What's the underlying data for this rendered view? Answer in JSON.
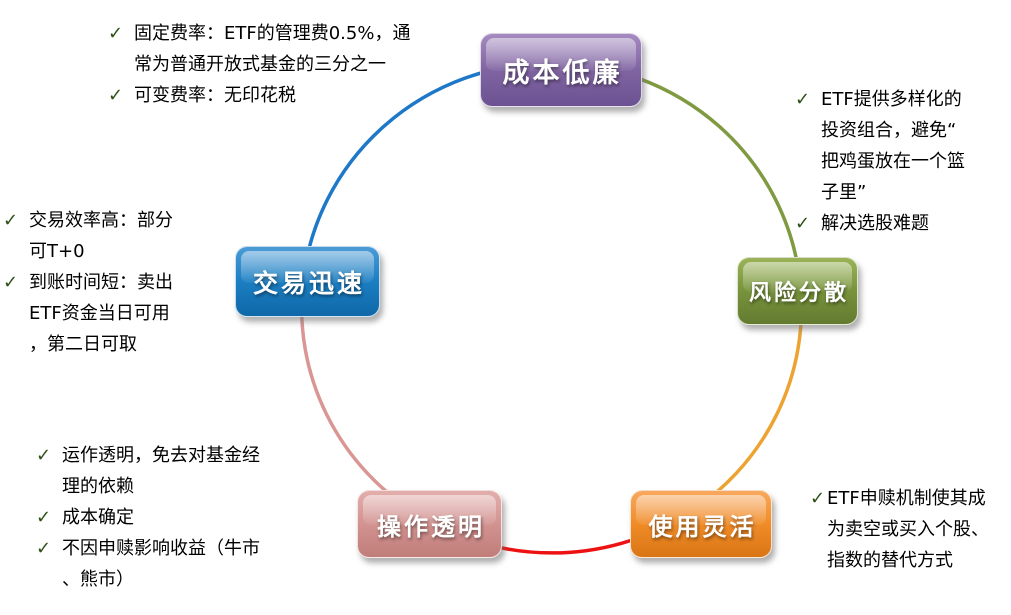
{
  "icons": {
    "check": "✓"
  },
  "colors": {
    "arc_blue": "#1e78c8",
    "arc_green": "#7f9a40",
    "arc_orange": "#eda332",
    "arc_red": "#ee1111",
    "arc_pink": "#d99694"
  },
  "nodes": {
    "cost": {
      "label": "成本低廉",
      "color": "#8064a2"
    },
    "risk": {
      "label": "风险分散",
      "color": "#77933c"
    },
    "flexible": {
      "label": "使用灵活",
      "color": "#f0871f"
    },
    "transparent": {
      "label": "操作透明",
      "color": "#d28f8c"
    },
    "fast": {
      "label": "交易迅速",
      "color": "#1b7ec2"
    }
  },
  "notes": {
    "cost": {
      "lines": [
        "固定费率：ETF的管理费0.5%，通",
        "常为普通开放式基金的三分之一",
        "可变费率：无印花税"
      ]
    },
    "risk": {
      "lines": [
        "ETF提供多样化的",
        "投资组合，避免“",
        "把鸡蛋放在一个篮",
        "子里”",
        "解决选股难题"
      ]
    },
    "fast": {
      "lines": [
        "交易效率高：部分",
        "可T+0",
        "到账时间短：卖出",
        "ETF资金当日可用",
        "，第二日可取"
      ]
    },
    "transparent": {
      "lines": [
        "运作透明，免去对基金经",
        "理的依赖",
        "成本确定",
        "不因申赎影响收益（牛市",
        "、熊市）"
      ]
    },
    "flexible": {
      "lines": [
        "ETF申赎机制使其成",
        "为卖空或买入个股、",
        "指数的替代方式"
      ]
    }
  }
}
